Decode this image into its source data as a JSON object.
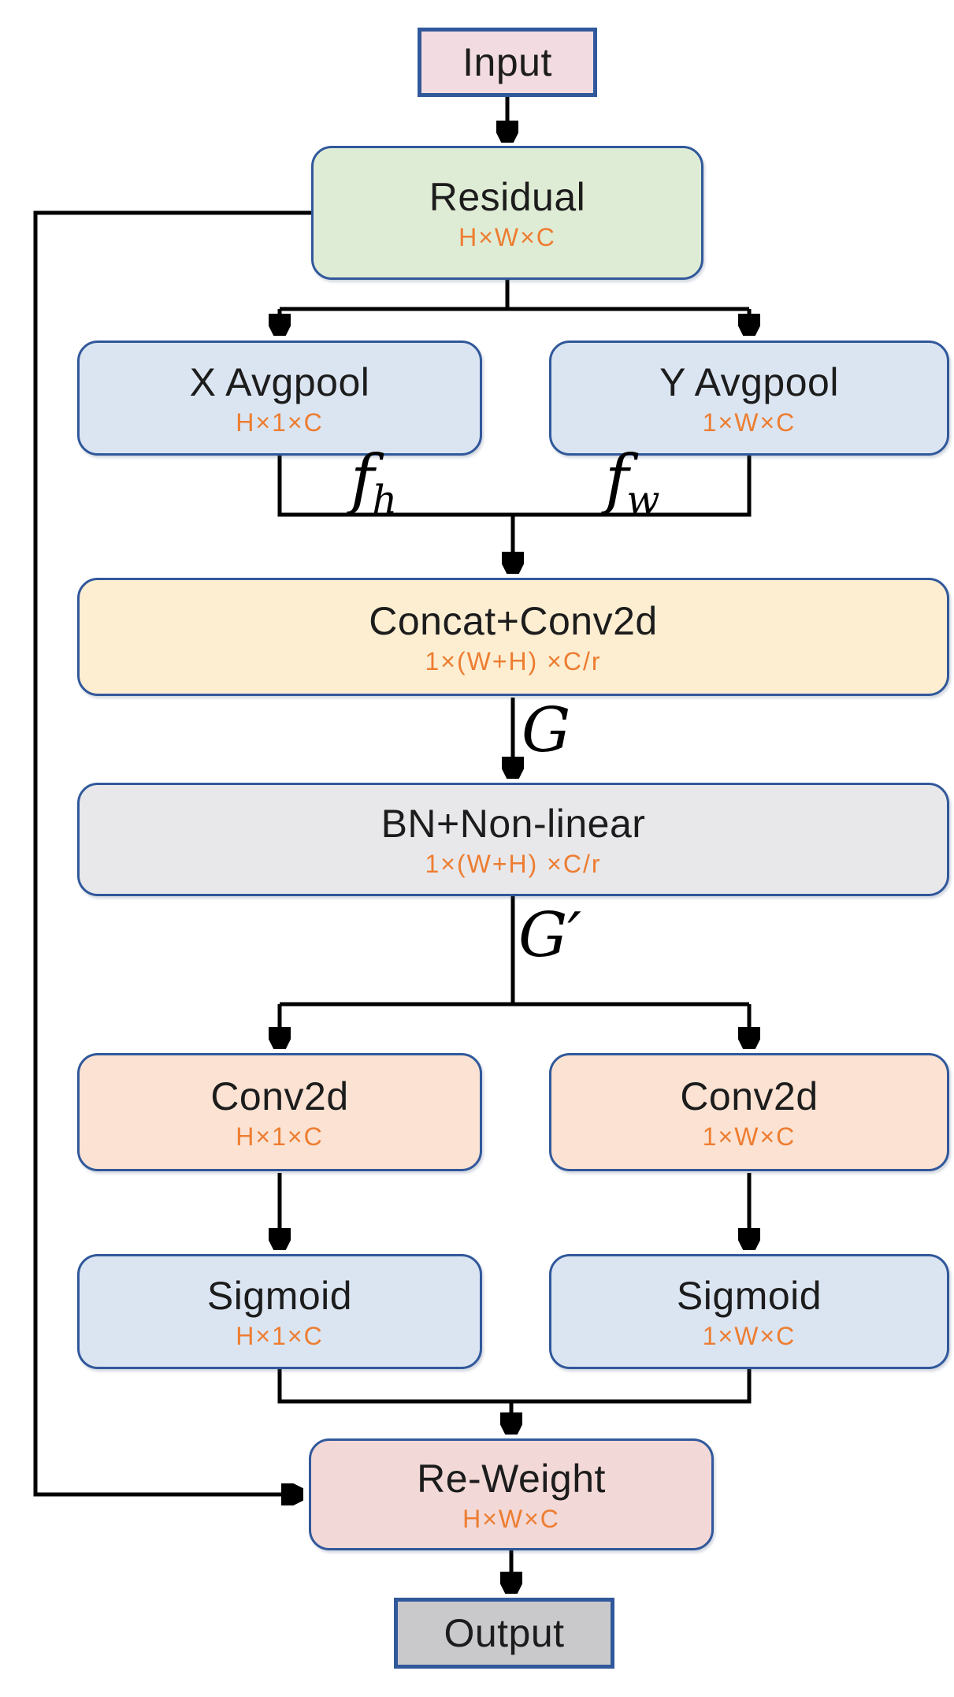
{
  "diagram": {
    "colors": {
      "box_border": "#31589b",
      "connector": "#000000",
      "dims_text": "#ED7D31",
      "label_text": "#1c1c1c",
      "input_fill": "#f2dce1",
      "residual_fill": "#dfecd5",
      "avgpool_fill": "#dbe5f2",
      "concat_fill": "#fdeed2",
      "bn_fill": "#e8e8ea",
      "conv_fill": "#fbe2d2",
      "sigmoid_fill": "#dbe5f2",
      "reweight_fill": "#f2d8d6",
      "output_fill": "#c9c9cc"
    },
    "nodes": {
      "input": {
        "label": "Input",
        "fill": "#f2dce1"
      },
      "residual": {
        "label": "Residual",
        "dims": "H×W×C",
        "fill": "#dfecd5"
      },
      "x_avgpool": {
        "label": "X Avgpool",
        "dims": "H×1×C",
        "fill": "#dbe5f2"
      },
      "y_avgpool": {
        "label": "Y Avgpool",
        "dims": "1×W×C",
        "fill": "#dbe5f2"
      },
      "concat": {
        "label": "Concat+Conv2d",
        "dims": "1×(W+H) ×C/r",
        "fill": "#fdeed2"
      },
      "bn": {
        "label": "BN+Non-linear",
        "dims": "1×(W+H) ×C/r",
        "fill": "#e8e8ea"
      },
      "conv2d_h": {
        "label": "Conv2d",
        "dims": "H×1×C",
        "fill": "#fbe2d2"
      },
      "conv2d_w": {
        "label": "Conv2d",
        "dims": "1×W×C",
        "fill": "#fbe2d2"
      },
      "sigmoid_h": {
        "label": "Sigmoid",
        "dims": "H×1×C",
        "fill": "#dbe5f2"
      },
      "sigmoid_w": {
        "label": "Sigmoid",
        "dims": "1×W×C",
        "fill": "#dbe5f2"
      },
      "reweight": {
        "label": "Re-Weight",
        "dims": "H×W×C",
        "fill": "#f2d8d6"
      },
      "output": {
        "label": "Output",
        "fill": "#c9c9cc"
      }
    },
    "edge_labels": {
      "fh": {
        "base": "f",
        "sub": "h"
      },
      "fw": {
        "base": "f",
        "sub": "w"
      },
      "g": "G",
      "g_prime": "G′"
    }
  }
}
